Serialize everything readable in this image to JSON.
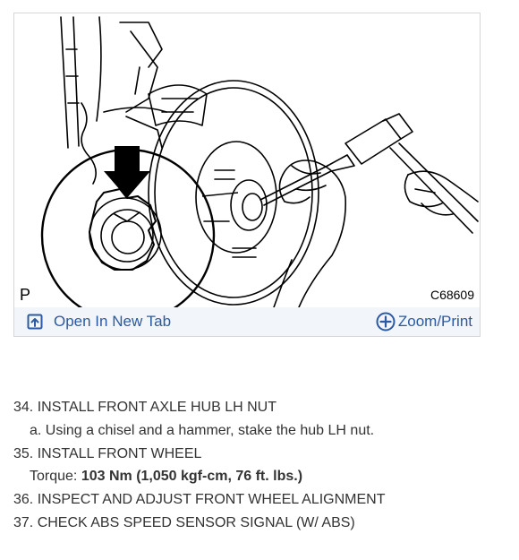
{
  "figure": {
    "corner_letter": "P",
    "code": "C68609",
    "toolbar": {
      "open_label": "Open In New Tab",
      "zoom_label": "Zoom/Print",
      "accent_color": "#2b5aa3"
    }
  },
  "steps": [
    {
      "text": "34. INSTALL FRONT AXLE HUB LH NUT"
    },
    {
      "text": "a. Using a chisel and a hammer, stake the hub LH nut."
    },
    {
      "text": "35. INSTALL FRONT WHEEL"
    },
    {
      "torque_label": "Torque:",
      "torque_value": "103 Nm (1,050 kgf-cm, 76 ft. lbs.)"
    },
    {
      "text": "36. INSPECT AND ADJUST FRONT WHEEL ALIGNMENT"
    },
    {
      "text": "37. CHECK ABS SPEED SENSOR SIGNAL (W/ ABS)"
    }
  ]
}
